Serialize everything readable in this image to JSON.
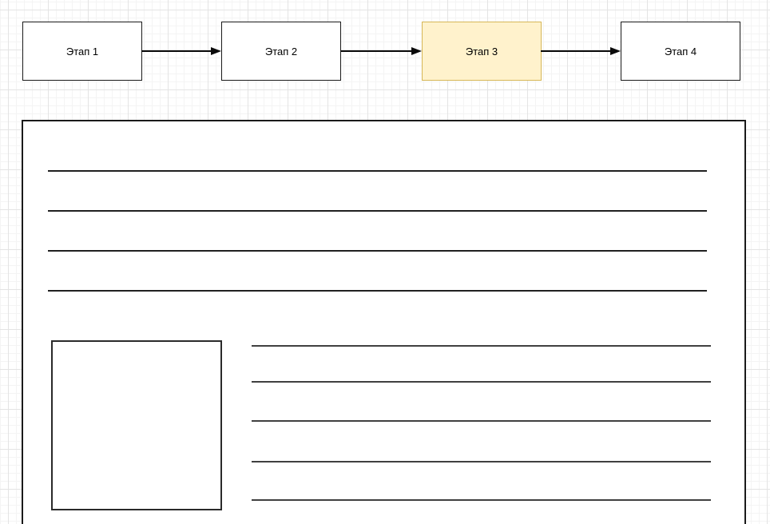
{
  "canvas": {
    "background": "#ffffff",
    "grid_minor_color": "#f4f4f4",
    "grid_major_color": "#e4e4e4"
  },
  "flow": {
    "steps": [
      {
        "label": "Этап 1",
        "fill": "#ffffff",
        "border": "#1a1a1a",
        "highlighted": false
      },
      {
        "label": "Этап 2",
        "fill": "#ffffff",
        "border": "#1a1a1a",
        "highlighted": false
      },
      {
        "label": "Этап 3",
        "fill": "#fff2cc",
        "border": "#d6b656",
        "highlighted": true
      },
      {
        "label": "Этап 4",
        "fill": "#ffffff",
        "border": "#1a1a1a",
        "highlighted": false
      }
    ],
    "connector_color": "#0a0a0a"
  },
  "document_block": {
    "full_width_rule_count": 4,
    "side_rule_count": 5,
    "has_image_placeholder": true,
    "rule_color": "#202020"
  }
}
